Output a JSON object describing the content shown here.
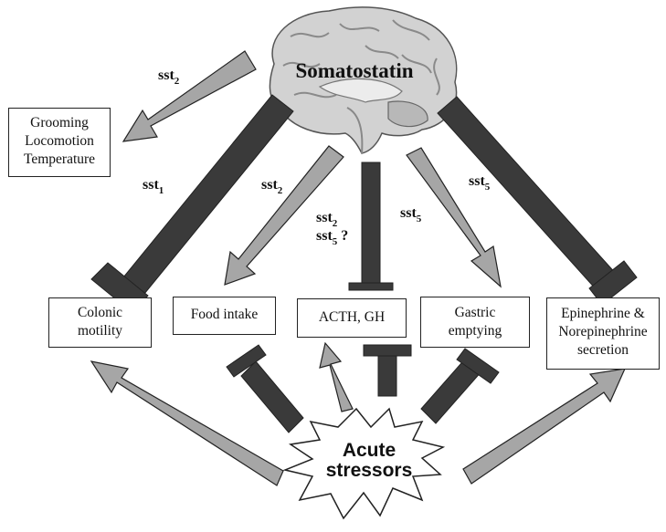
{
  "hormone": "Somatostatin",
  "stressor": [
    "Acute",
    "stressors"
  ],
  "boxes": {
    "behavior": [
      "Grooming",
      "Locomotion",
      "Temperature"
    ],
    "colonic": [
      "Colonic",
      "motility"
    ],
    "food": [
      "Food intake"
    ],
    "acth": [
      "ACTH, GH"
    ],
    "gastric": [
      "Gastric",
      "emptying"
    ],
    "epinephrine": [
      "Epinephrine &",
      "Norepinephrine",
      "secretion"
    ]
  },
  "receptors": {
    "behavior": {
      "base": "sst",
      "sub": "2"
    },
    "colonic": {
      "base": "sst",
      "sub": "1"
    },
    "food": {
      "base": "sst",
      "sub": "2"
    },
    "acth_a": {
      "base": "sst",
      "sub": "2"
    },
    "acth_b": {
      "base": "sst",
      "sub": "5",
      "suffix": " ?"
    },
    "gastric": {
      "base": "sst",
      "sub": "5"
    },
    "epinephrine": {
      "base": "sst",
      "sub": "5"
    }
  },
  "colors": {
    "stimulation": "#a6a6a6",
    "inhibition": "#3a3a3a",
    "outline": "#222222"
  }
}
